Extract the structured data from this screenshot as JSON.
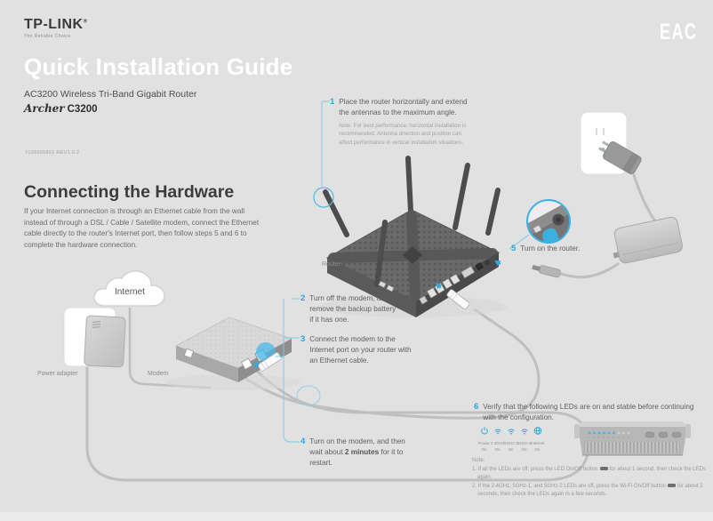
{
  "brand": {
    "logo": "TP-LINK",
    "reg": "®",
    "tagline": "The Reliable Choice",
    "cert": "EAC"
  },
  "header": {
    "title": "Quick Installation Guide",
    "subtitle": "AC3200 Wireless Tri-Band Gigabit Router",
    "model_script": "Archer",
    "model_number": "C3200",
    "doc_number": "7106505851  REV1.0.2"
  },
  "section": {
    "heading": "Connecting the Hardware",
    "intro": "If your Internet connection is through an Ethernet cable from the wall instead of through a DSL / Cable / Satellite modem, connect the Ethernet cable directly to the router's Internet port, then follow steps 5 and 6 to complete the hardware connection."
  },
  "steps": [
    {
      "num": "1",
      "text": "Place the router horizontally and extend the antennas to the maximum angle.",
      "note": "Note: For best performance, horizontal installation is recommended. Antenna direction and position can affect performance in vertical installation situations."
    },
    {
      "num": "2",
      "text": "Turn off the modem, and remove the backup battery if it has one."
    },
    {
      "num": "3",
      "text": "Connect the modem to the Internet port on your router with an Ethernet cable."
    },
    {
      "num": "4",
      "text_pre": "Turn on the modem, and then wait about ",
      "text_bold": "2 minutes",
      "text_post": " for it to restart."
    },
    {
      "num": "5",
      "text": "Turn on the router."
    },
    {
      "num": "6",
      "text": "Verify that the following LEDs are on and stable before continuing with the configuration."
    }
  ],
  "labels": {
    "router": "Router",
    "modem": "Modem",
    "power_adapter": "Power adapter",
    "internet": "Internet"
  },
  "leds": [
    {
      "name": "Power",
      "state": "On",
      "icon": "power-icon"
    },
    {
      "name": "2.4GHz",
      "state": "On",
      "icon": "wifi-icon"
    },
    {
      "name": "5GHz-1",
      "state": "On",
      "icon": "wifi-icon"
    },
    {
      "name": "5GHz-2",
      "state": "On",
      "icon": "wifi-icon"
    },
    {
      "name": "Internet",
      "state": "On",
      "icon": "globe-icon"
    }
  ],
  "footnote": {
    "title": "Note:",
    "line1_pre": "1. If all the LEDs are off, press the LED On/Off button",
    "line1_icon": "led-onoff-button-icon",
    "line1_post": "for about 1 second, then check the LEDs again.",
    "line2_pre": "2. If the 2.4GHz, 5GHz-1, and 5GHz-2 LEDs are off, press the Wi-Fi On/Off button",
    "line2_icon": "wifi-onoff-button-icon",
    "line2_post": "for about 2 seconds, then check the LEDs again in a few seconds."
  },
  "colors": {
    "accent_blue": "#2ba7dd",
    "leader_blue": "#7ec9e9",
    "background": "#e1e1e1",
    "text_dark": "#3c3c3c"
  }
}
